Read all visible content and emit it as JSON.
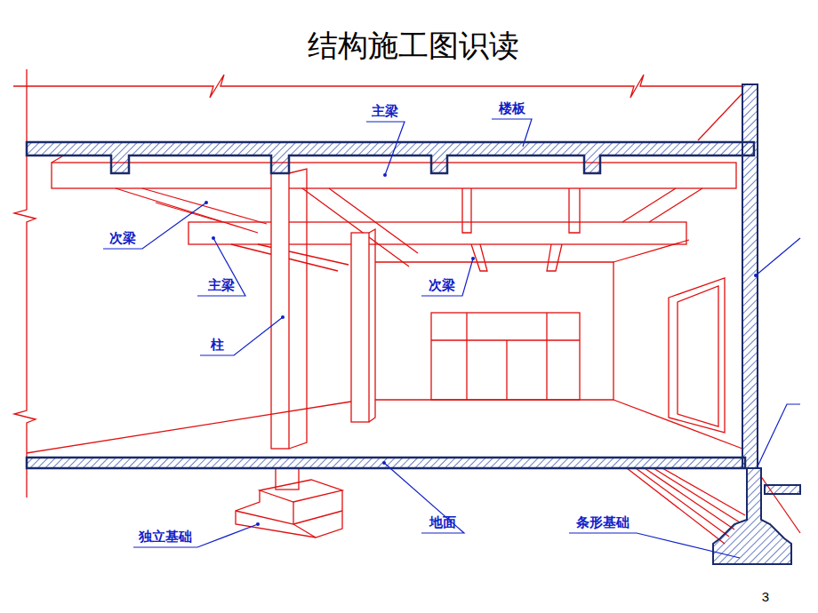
{
  "diagram": {
    "title": "结构施工图识读",
    "labels": [
      "主梁",
      "楼板",
      "次梁",
      "主梁",
      "次梁",
      "柱",
      "独立基础",
      "地面",
      "条形基础",
      "3"
    ]
  }
}
